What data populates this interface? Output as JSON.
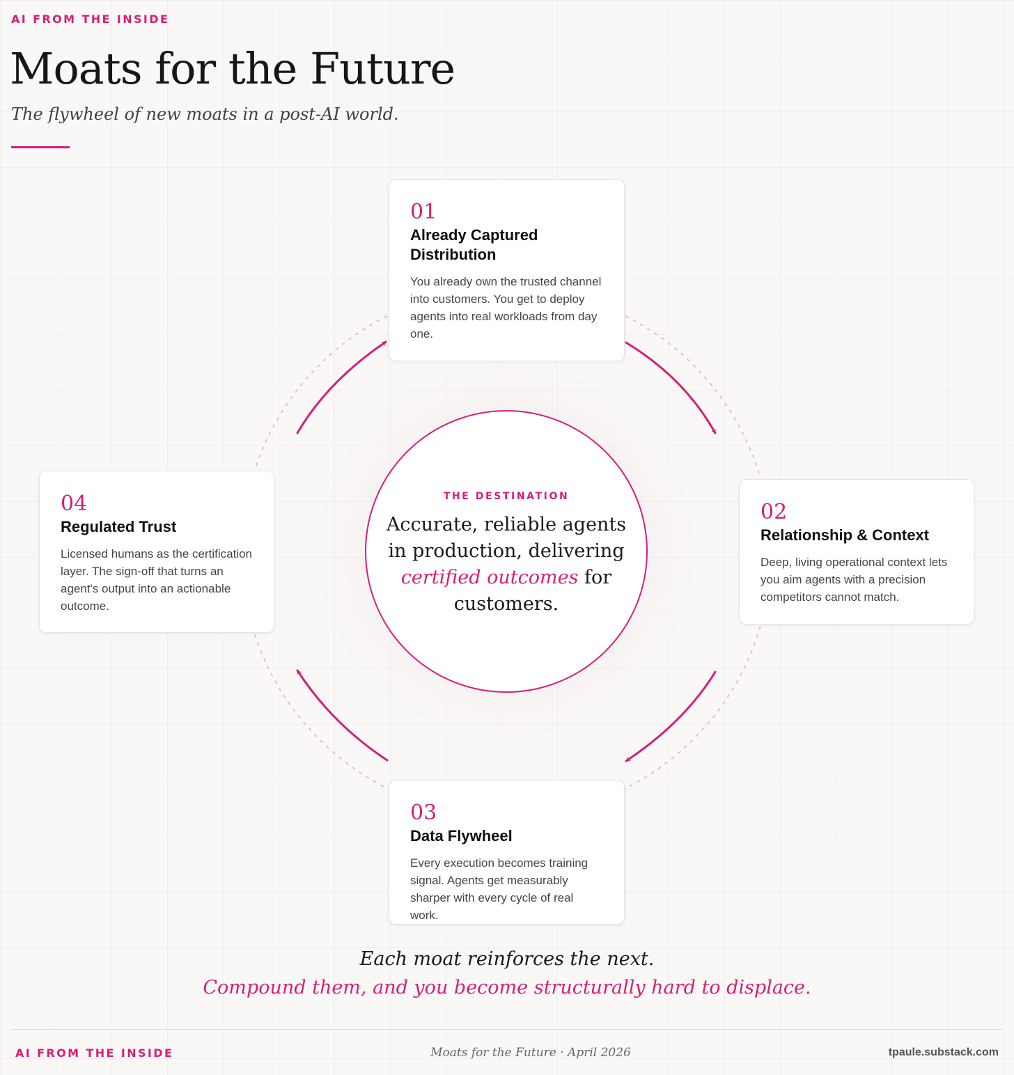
{
  "header": {
    "kicker": "AI FROM THE INSIDE",
    "title": "Moats for the Future",
    "subtitle": "The flywheel of new moats in a post-AI world."
  },
  "colors": {
    "accent": "#d61f74",
    "dashed_ring": "#f2aabf",
    "background": "#f9f8f6"
  },
  "center": {
    "label": "THE DESTINATION",
    "statement_before": "Accurate, reliable agents in production, delivering ",
    "statement_emphasis": "certified outcomes",
    "statement_after": " for customers."
  },
  "moats": [
    {
      "number": "01",
      "title": "Already Captured Distribution",
      "body": "You already own the trusted channel into customers. You get to deploy agents into real workloads from day one."
    },
    {
      "number": "02",
      "title": "Relationship & Context",
      "body": "Deep, living operational context lets you aim agents with a precision competitors cannot match."
    },
    {
      "number": "03",
      "title": "Data Flywheel",
      "body": "Every execution becomes training signal. Agents get measurably sharper with every cycle of real work."
    },
    {
      "number": "04",
      "title": "Regulated Trust",
      "body": "Licensed humans as the certification layer. The sign-off that turns an agent's output into an actionable outcome."
    }
  ],
  "arrows": [
    {
      "from": "04",
      "to": "01"
    },
    {
      "from": "01",
      "to": "02"
    },
    {
      "from": "02",
      "to": "03"
    },
    {
      "from": "03",
      "to": "04"
    }
  ],
  "closing": {
    "line1": "Each moat reinforces the next.",
    "line2": "Compound them, and you become structurally hard to displace."
  },
  "footer": {
    "left": "AI FROM THE INSIDE",
    "center": "Moats for the Future · April 2026",
    "right": "tpaule.substack.com"
  }
}
